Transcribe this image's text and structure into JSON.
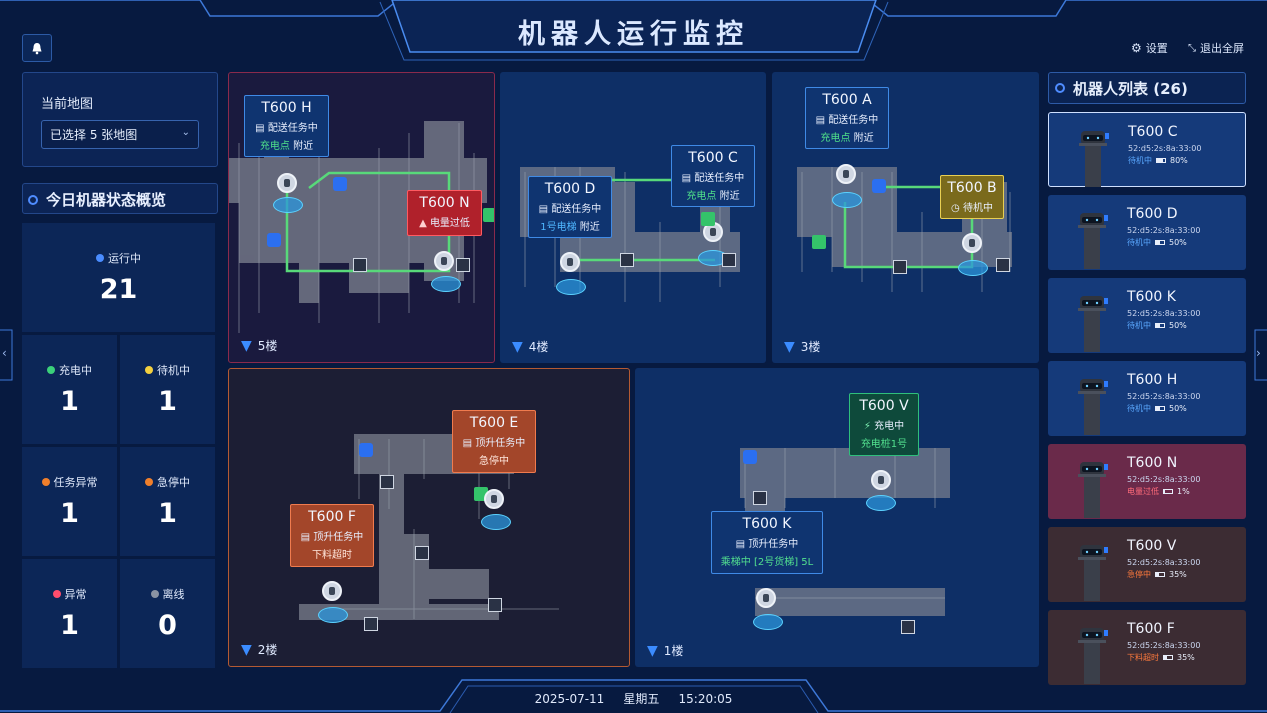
{
  "header": {
    "title": "机器人运行监控",
    "settings_label": "设置",
    "exit_fullscreen_label": "退出全屏"
  },
  "map_select": {
    "label": "当前地图",
    "value": "已选择 5 张地图"
  },
  "overview": {
    "title": "今日机器状态概览",
    "running": {
      "label": "运行中",
      "value": "21",
      "color": "#4a8cff"
    },
    "stats": [
      {
        "label": "充电中",
        "value": "1",
        "color": "#3bd07a"
      },
      {
        "label": "待机中",
        "value": "1",
        "color": "#f4d03f"
      },
      {
        "label": "任务异常",
        "value": "1",
        "color": "#f07f2b"
      },
      {
        "label": "急停中",
        "value": "1",
        "color": "#f07f2b"
      },
      {
        "label": "异常",
        "value": "1",
        "color": "#ff4d6d"
      },
      {
        "label": "离线",
        "value": "0",
        "color": "#8b93a3"
      }
    ]
  },
  "maps": [
    {
      "floor": "5楼"
    },
    {
      "floor": "4楼"
    },
    {
      "floor": "3楼"
    },
    {
      "floor": "2楼"
    },
    {
      "floor": "1楼"
    }
  ],
  "cards": {
    "h": {
      "name": "T600 H",
      "task": "配送任务中",
      "status_hl": "充电点",
      "status_rest": " 附近"
    },
    "n": {
      "name": "T600 N",
      "alert": "电量过低"
    },
    "d": {
      "name": "T600 D",
      "task": "配送任务中",
      "status_hl": "1号电梯",
      "status_rest": " 附近"
    },
    "c": {
      "name": "T600 C",
      "task": "配送任务中",
      "status_hl": "充电点",
      "status_rest": " 附近"
    },
    "a": {
      "name": "T600 A",
      "task": "配送任务中",
      "status_hl": "充电点",
      "status_rest": " 附近"
    },
    "b": {
      "name": "T600 B",
      "task": "待机中"
    },
    "e": {
      "name": "T600 E",
      "task": "顶升任务中",
      "status": "急停中"
    },
    "f": {
      "name": "T600 F",
      "task": "顶升任务中",
      "status": "下料超时"
    },
    "v": {
      "name": "T600 V",
      "task": "充电中",
      "status": "充电桩1号"
    },
    "k": {
      "name": "T600 K",
      "task": "顶升任务中",
      "status": "乘梯中 [2号货梯] 5L"
    }
  },
  "robot_list": {
    "title": "机器人列表 (26)",
    "items": [
      {
        "name": "T600 C",
        "mac": "52:d5:2s:8a:33:00",
        "status": "待机中",
        "battery": "80%",
        "battery_level": 0.8,
        "tone": "blue",
        "status_color": "#5aa8ff"
      },
      {
        "name": "T600 D",
        "mac": "52:d5:2s:8a:33:00",
        "status": "待机中",
        "battery": "50%",
        "battery_level": 0.5,
        "tone": "blue",
        "status_color": "#5aa8ff"
      },
      {
        "name": "T600 K",
        "mac": "52:d5:2s:8a:33:00",
        "status": "待机中",
        "battery": "50%",
        "battery_level": 0.5,
        "tone": "blue",
        "status_color": "#5aa8ff"
      },
      {
        "name": "T600 H",
        "mac": "52:d5:2s:8a:33:00",
        "status": "待机中",
        "battery": "50%",
        "battery_level": 0.5,
        "tone": "blue",
        "status_color": "#5aa8ff"
      },
      {
        "name": "T600 N",
        "mac": "52:d5:2s:8a:33:00",
        "status": "电量过低",
        "battery": "1%",
        "battery_level": 0.01,
        "tone": "red",
        "status_color": "#ff6b7a"
      },
      {
        "name": "T600 V",
        "mac": "52:d5:2s:8a:33:00",
        "status": "急停中",
        "battery": "35%",
        "battery_level": 0.35,
        "tone": "brown",
        "status_color": "#ff7a3c"
      },
      {
        "name": "T600 F",
        "mac": "52:d5:2s:8a:33:00",
        "status": "下料超时",
        "battery": "35%",
        "battery_level": 0.35,
        "tone": "brown",
        "status_color": "#ff7a3c"
      }
    ]
  },
  "footer": {
    "date": "2025-07-11",
    "weekday": "星期五",
    "time": "15:20:05"
  }
}
